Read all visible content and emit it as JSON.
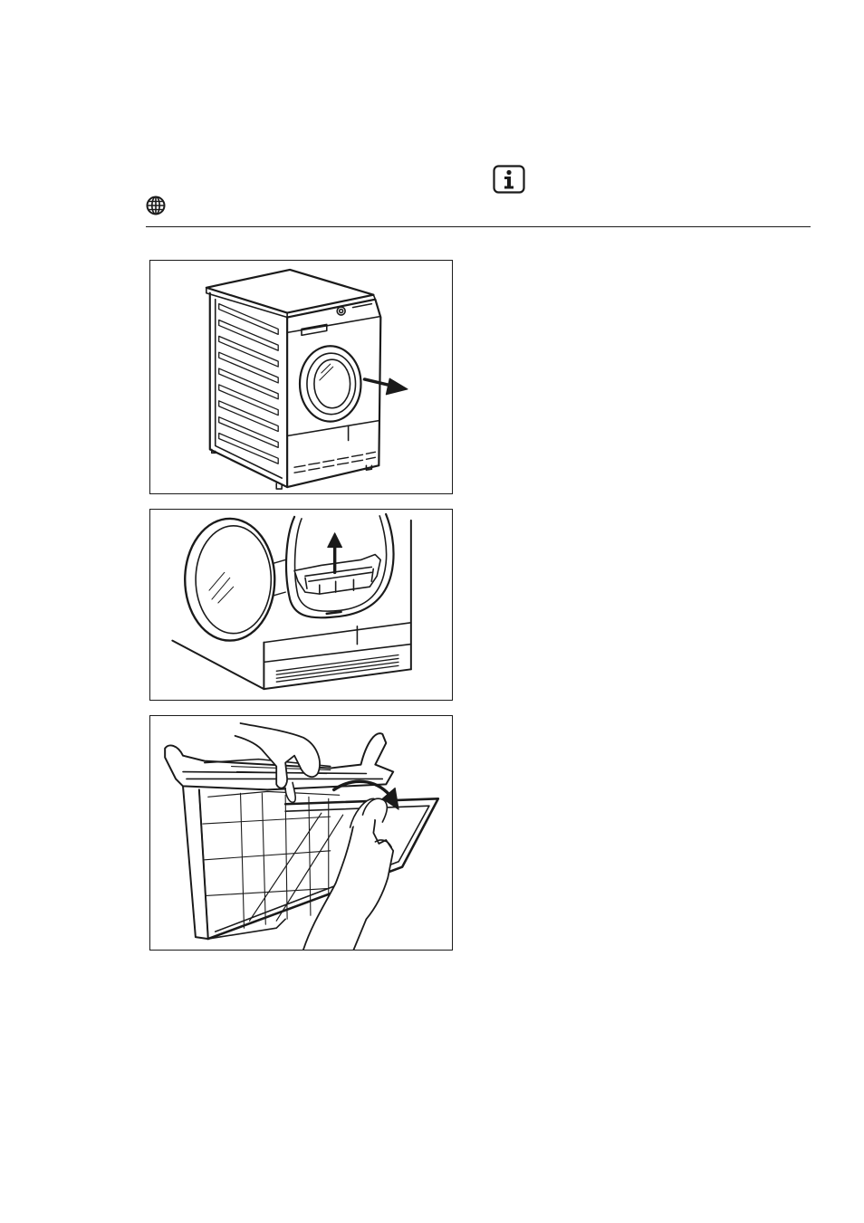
{
  "page": {
    "header_icons": [
      "info-icon",
      "globe-icon"
    ],
    "figures": [
      {
        "name": "dryer-open-door",
        "icons": [
          "arrow-right-icon"
        ]
      },
      {
        "name": "remove-filter",
        "icons": [
          "arrow-up-icon"
        ]
      },
      {
        "name": "open-filter",
        "icons": [
          "curved-arrow-icon"
        ]
      }
    ],
    "colors": {
      "ink": "#1a1a1a",
      "background": "#ffffff"
    }
  }
}
